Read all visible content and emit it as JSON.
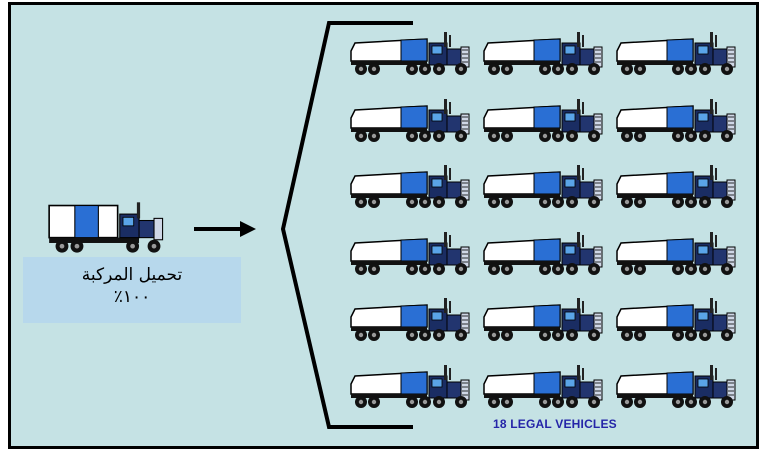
{
  "vehicle_label": {
    "line1": "تحميل المركبة",
    "line2": "١٠٠٪"
  },
  "caption": "18 LEGAL VEHICLES",
  "grid": {
    "rows": 6,
    "columns": 3,
    "vehicle_icon": "semi-truck-icon"
  },
  "colors": {
    "background": "#c5e2e4",
    "label_box": "#b7d8ec",
    "caption": "#2525a8",
    "truck_cab": "#1a2d63",
    "truck_blue": "#2a6fd4"
  }
}
